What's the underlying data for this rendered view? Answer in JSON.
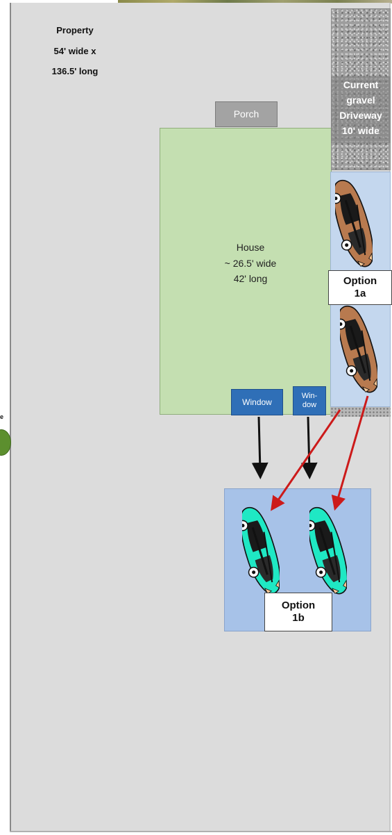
{
  "property": {
    "line1": "Property",
    "line2": "54' wide x",
    "line3": "136.5' long"
  },
  "porch": {
    "label": "Porch"
  },
  "house": {
    "line1": "House",
    "line2": "~ 26.5' wide",
    "line3": "42' long"
  },
  "driveway": {
    "line1": "Current",
    "line2": "gravel",
    "line3": "Driveway",
    "line4": "10' wide"
  },
  "windows": {
    "left_label": "Window",
    "right_line1": "Win-",
    "right_line2": "dow"
  },
  "option_1a": {
    "line1": "Option",
    "line2": "1a"
  },
  "option_1b": {
    "line1": "Option",
    "line2": "1b"
  },
  "left_edge_text": "e",
  "colors": {
    "lot": "#dcdcdc",
    "house": "#c4dfb1",
    "porch": "#a3a3a3",
    "window": "#2f6fb7",
    "option_1a_area": "#c4d7ee",
    "option_1b_area": "#a7c2e8",
    "car_existing": "#b87a4f",
    "car_new": "#1fe8c4",
    "move_arrow": "#cc1a1a",
    "sight_arrow": "#111111",
    "tree": "#5c8f2e"
  },
  "icons": {
    "car_existing": "car-top-view-brown-icon",
    "car_new": "car-top-view-teal-icon",
    "tree": "tree-icon"
  }
}
